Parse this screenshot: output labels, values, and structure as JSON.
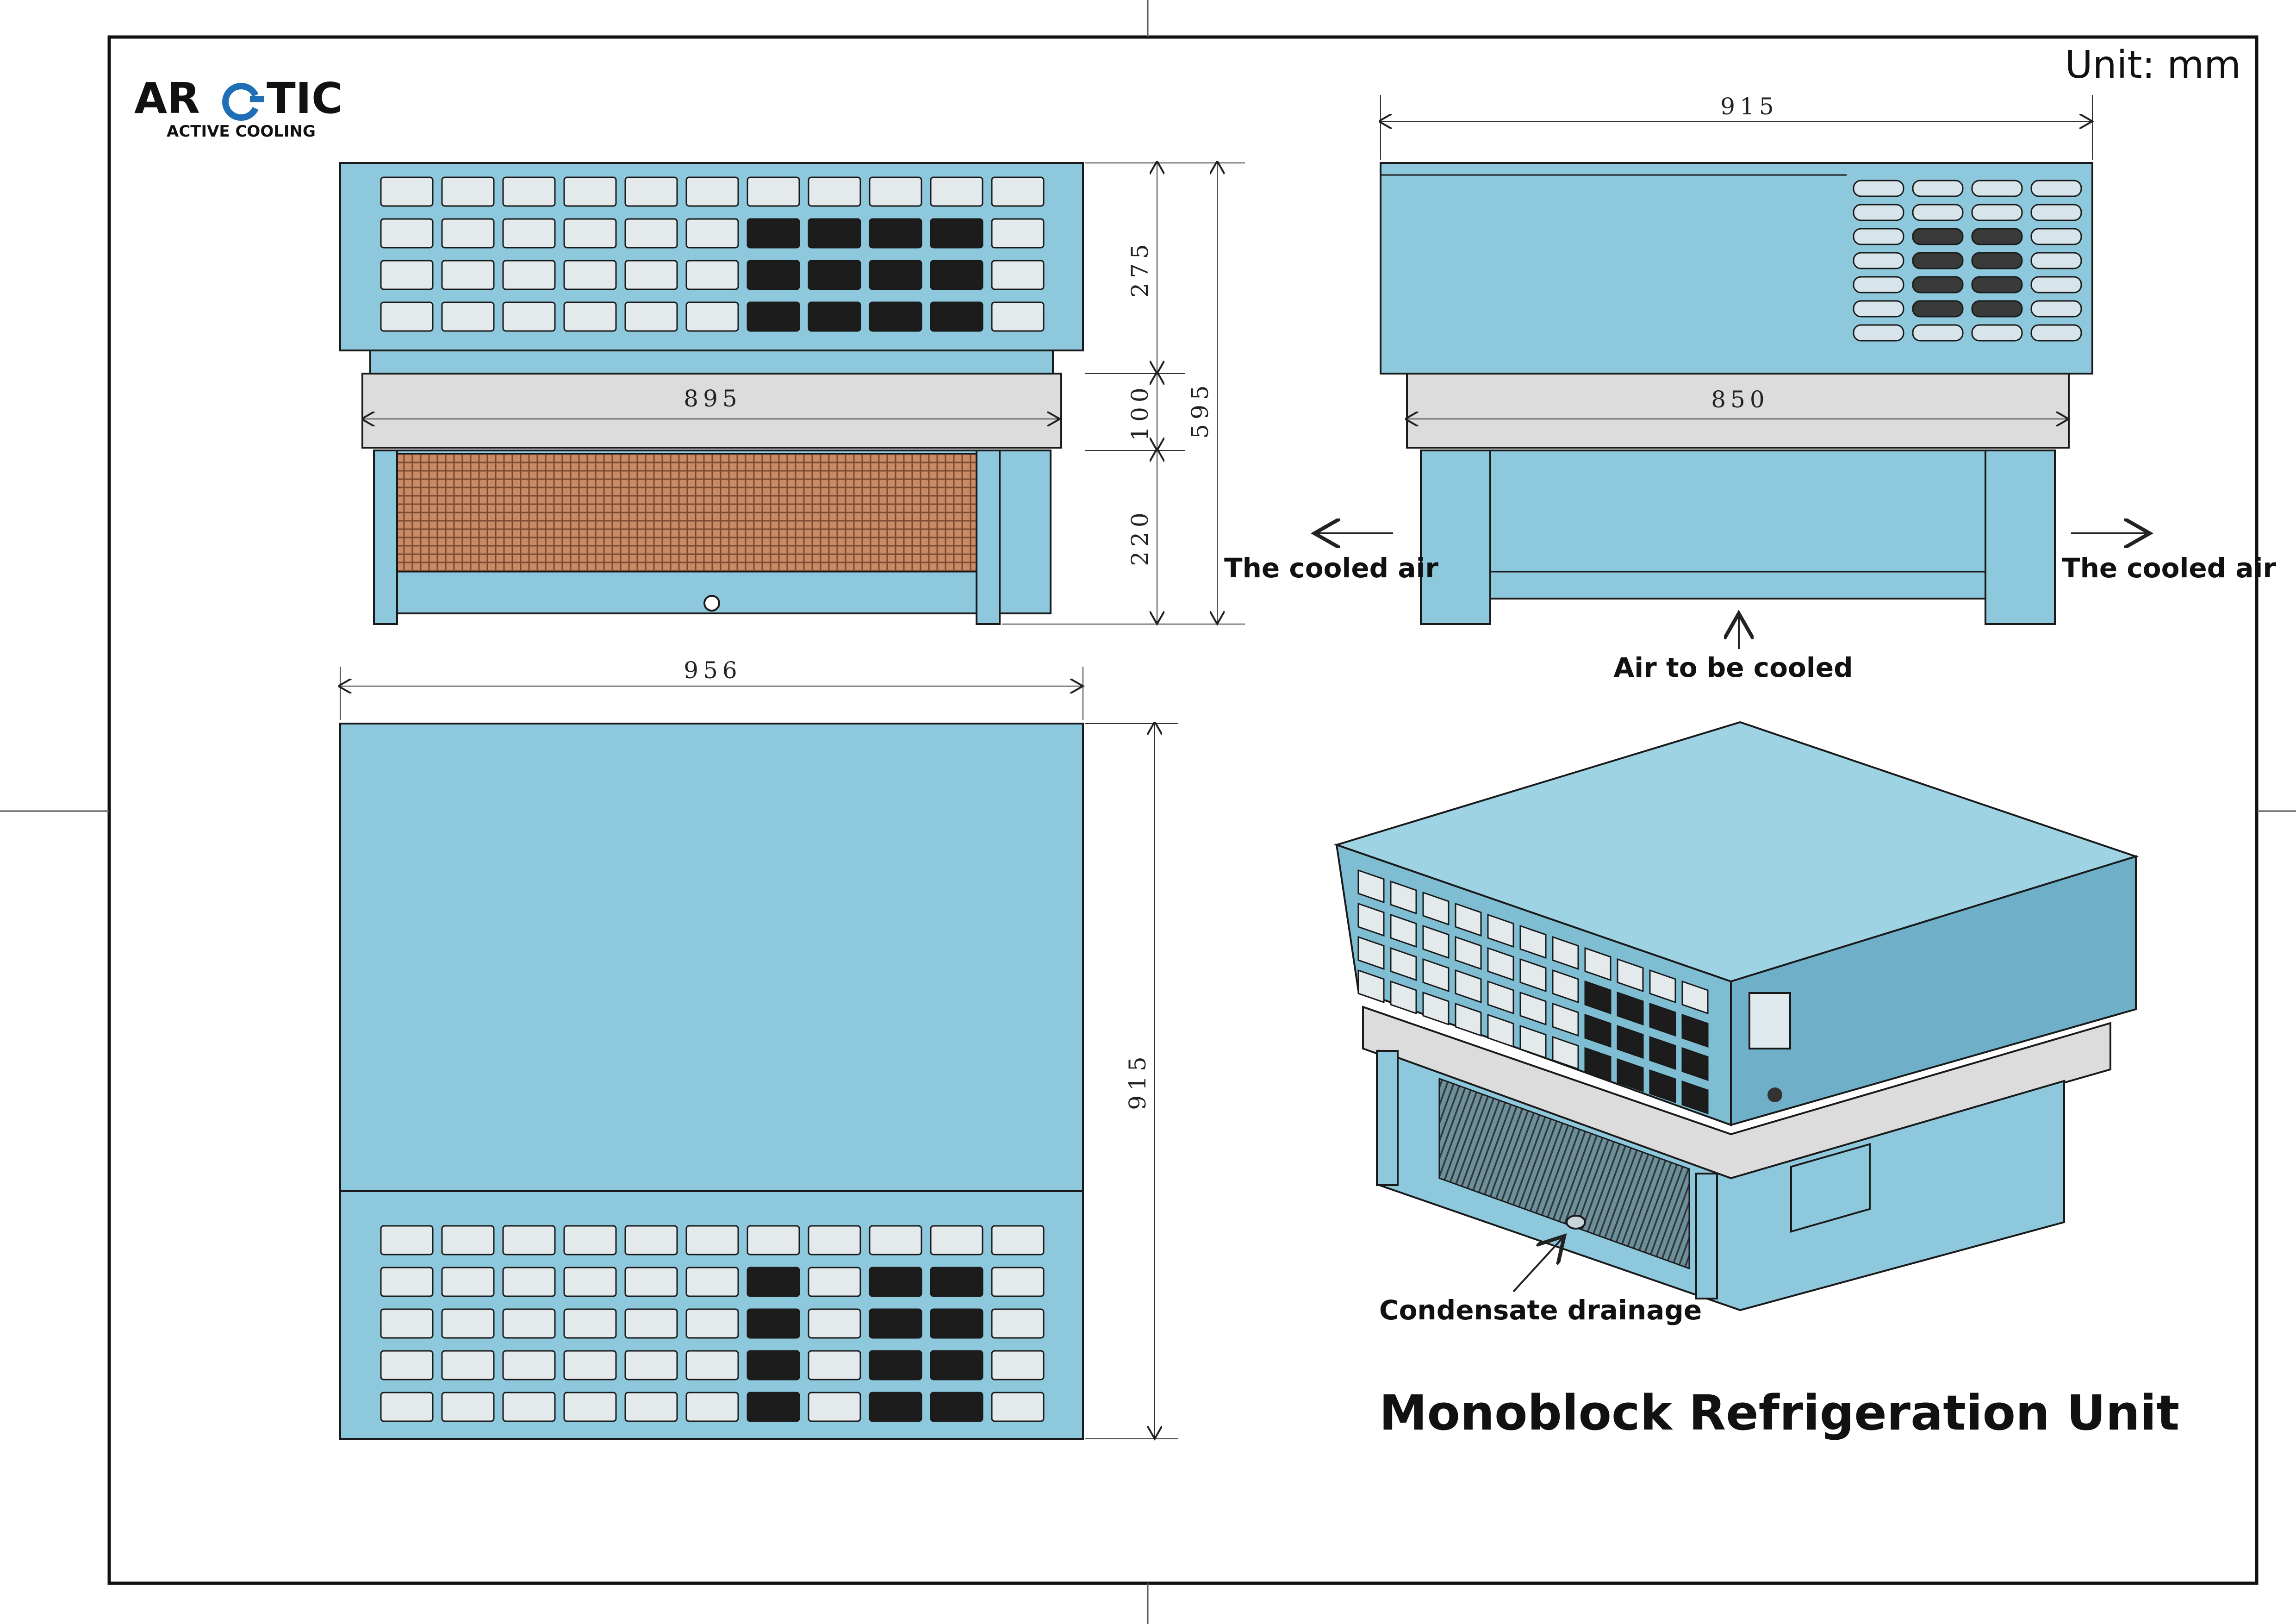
{
  "brand": {
    "name_left": "AR",
    "name_right": "TIC",
    "tagline": "ACTIVE COOLING",
    "accent_color": "#1e6fb5"
  },
  "unit_label": "Unit: mm",
  "title": "Monoblock Refrigeration Unit",
  "views": {
    "front": {
      "dim_top": "275",
      "dim_middle": "100",
      "dim_bottom": "220",
      "dim_total_height": "595",
      "dim_inner_width": "895"
    },
    "side": {
      "dim_top_width": "915",
      "dim_lower_width": "850",
      "label_left": "The cooled air",
      "label_right": "The cooled air",
      "label_bottom": "Air to be cooled"
    },
    "top": {
      "dim_width": "956",
      "dim_depth": "915"
    },
    "iso": {
      "drain_label": "Condensate drainage"
    }
  },
  "colors": {
    "body": "#8ec8dc",
    "body_dark": "#6fb0c8",
    "top_face": "#9ed3e4",
    "band": "#dcdcdc",
    "coil": "#a86a4a",
    "outline": "#1a1a1a"
  }
}
